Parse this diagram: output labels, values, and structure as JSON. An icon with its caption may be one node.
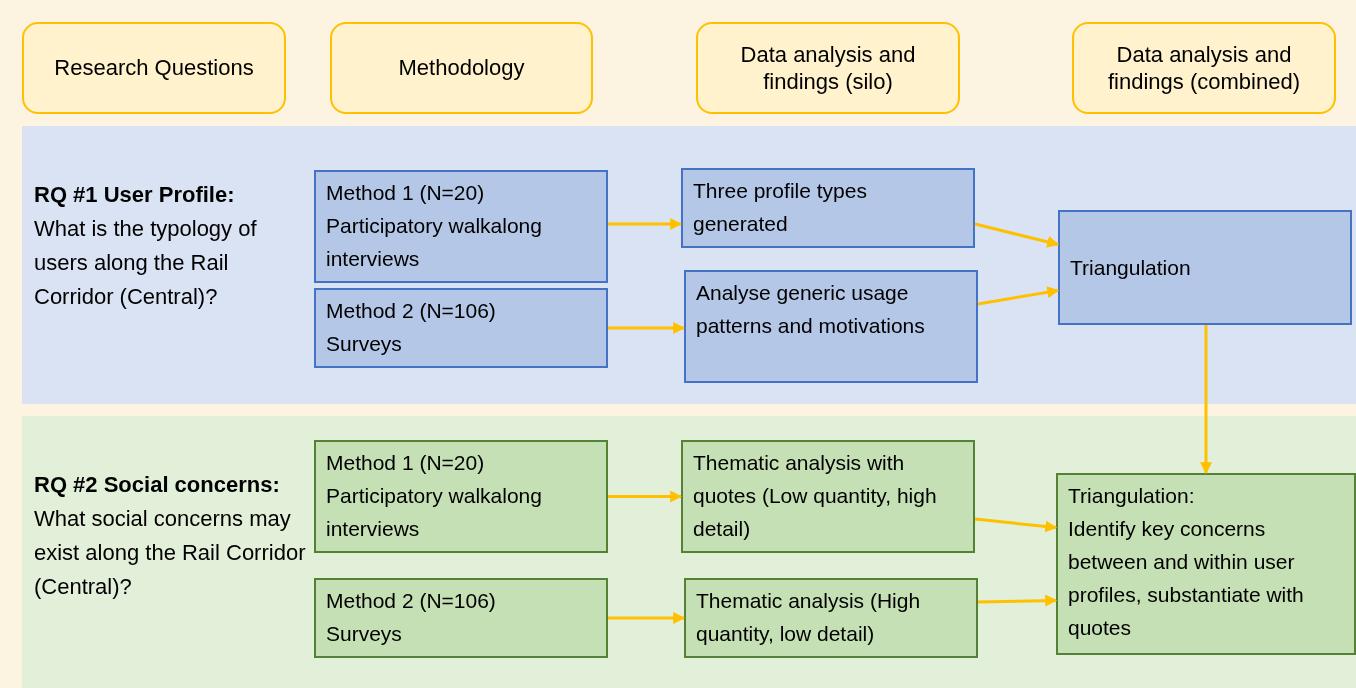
{
  "diagram": {
    "nodes": [
      {
        "text": [
          "Research Questions"
        ]
      },
      {
        "text": [
          "Methodology"
        ]
      },
      {
        "text": [
          "Data analysis and findings (silo)"
        ]
      },
      {
        "text": [
          "Data analysis and findings (combined)"
        ]
      },
      {
        "text": [
          "RQ #1 User Profile:",
          "What is the typology of users along the Rail Corridor (Central)?"
        ]
      },
      {
        "text": [
          "Method 1 (N=20)",
          "Participatory walkalong interviews"
        ],
        "in": 4
      },
      {
        "text": [
          "Method 2 (N=106)",
          "Surveys"
        ],
        "in": 4
      },
      {
        "text": [
          "Three profile types generated"
        ],
        "in": 4
      },
      {
        "text": [
          "Analyse generic usage patterns and motivations"
        ],
        "in": 4
      },
      {
        "text": [
          "Triangulation"
        ],
        "in": 4
      },
      {
        "text": [
          "RQ #2 Social concerns:",
          "What social concerns may exist along the Rail Corridor (Central)?"
        ]
      },
      {
        "text": [
          "Method 1 (N=20)",
          "Participatory walkalong interviews"
        ],
        "in": 10
      },
      {
        "text": [
          "Method 2 (N=106)",
          "Surveys"
        ],
        "in": 10
      },
      {
        "text": [
          "Thematic analysis with quotes (Low quantity, high detail)"
        ],
        "in": 10
      },
      {
        "text": [
          "Thematic analysis (High quantity, low detail)"
        ],
        "in": 10
      },
      {
        "text": [
          "Triangulation:",
          "Identify key concerns between and within user profiles, substantiate with quotes"
        ],
        "in": 10
      }
    ],
    "edges": [
      {
        "from": 5,
        "to": 7,
        "arrow": "to"
      },
      {
        "from": 6,
        "to": 8,
        "arrow": "to"
      },
      {
        "from": 7,
        "to": 9,
        "arrow": "to"
      },
      {
        "from": 8,
        "to": 9,
        "arrow": "to"
      },
      {
        "from": 9,
        "to": 15,
        "arrow": "to"
      },
      {
        "from": 11,
        "to": 13,
        "arrow": "to"
      },
      {
        "from": 12,
        "to": 14,
        "arrow": "to"
      },
      {
        "from": 13,
        "to": 15,
        "arrow": "to"
      },
      {
        "from": 14,
        "to": 15,
        "arrow": "to"
      }
    ]
  }
}
